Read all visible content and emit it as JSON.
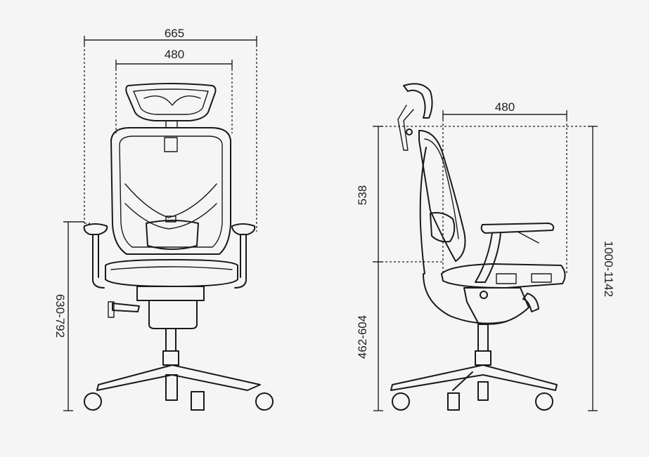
{
  "dimensions": {
    "front_overall_width": "665",
    "front_seat_width": "480",
    "front_armrest_height": "630-792",
    "side_seat_depth": "480",
    "side_back_height": "538",
    "side_seat_height": "462-604",
    "side_overall_height": "1000-1142"
  },
  "colors": {
    "background": "#f5f5f5",
    "line": "#1a1a1a"
  }
}
